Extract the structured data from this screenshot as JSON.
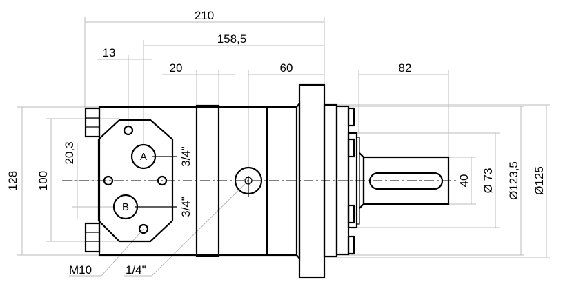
{
  "dimensions": {
    "overall_length": "210",
    "port_to_flange": "158,5",
    "port_offset": "13",
    "ring_width": "20",
    "drain_to_flange": "60",
    "shaft_length": "82",
    "body_height": "128",
    "plate_height": "100",
    "port_spacing": "20,3",
    "shaft_diameter": "40",
    "pilot_diameter": "Ø 73",
    "bolt_circle": "Ø123,5",
    "flange_diameter": "Ø125"
  },
  "ports": {
    "a_label": "A",
    "b_label": "B",
    "a_size": "3/4\"",
    "b_size": "3/4\""
  },
  "callouts": {
    "thread": "M10",
    "drain": "1/4\""
  }
}
